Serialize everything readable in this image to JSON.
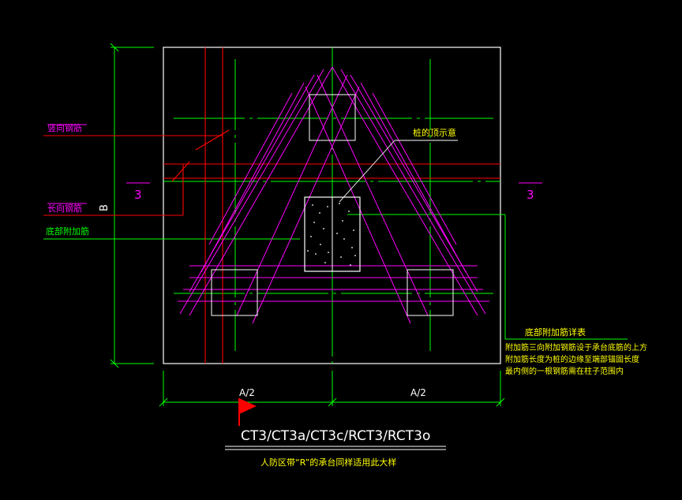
{
  "labels": {
    "vertical_rebar": "竖向钢筋",
    "long_rebar": "长向钢筋",
    "bottom_added_bar": "底部附加筋",
    "pile_tip": "桩的顶示意",
    "section_left": "3",
    "section_right": "3",
    "dim_b": "B",
    "dim_half_left": "A/2",
    "dim_half_right": "A/2"
  },
  "note": {
    "title": "底部附加筋详表",
    "line1": "附加筋三向附加钢筋设于承台底筋的上方",
    "line2": "附加筋长度为桩的边缘至端部锚固长度",
    "line3": "最内侧的一根钢筋需在柱子范围内"
  },
  "title_block": {
    "title": "CT3/CT3a/CT3c/RCT3/RCT3o",
    "subtitle": "人防区带“R”的承台同样适用此大样"
  },
  "colors": {
    "background": "#000000",
    "outline": "#ffffff",
    "dimension": "#00ff00",
    "rebar_red": "#ff0000",
    "rebar_magenta": "#ff00ff",
    "label_magenta": "#ff00ff",
    "note_yellow": "#ffff00",
    "flag": "#ff0000"
  }
}
